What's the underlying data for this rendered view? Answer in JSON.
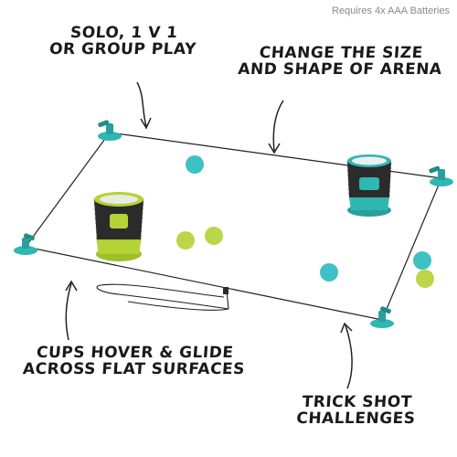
{
  "note": "Requires 4x AAA Batteries",
  "callouts": {
    "solo": {
      "line1": "Solo, 1 v 1",
      "line2": "or Group Play"
    },
    "arena": {
      "line1": "Change the Size",
      "line2": "and Shape of Arena"
    },
    "hover": {
      "line1": "Cups Hover & Glide",
      "line2": "Across Flat Surfaces"
    },
    "trick": {
      "line1": "Trick Shot",
      "line2": "Challenges"
    }
  },
  "colors": {
    "teal": "#2fb7b2",
    "lime": "#b5d334",
    "dark": "#2b2b2b",
    "ball_teal": "#3ec1c4",
    "ball_lime": "#bcd64a"
  },
  "icons": [
    "suction-cup-icon",
    "hover-cup-icon",
    "ball-icon",
    "string-coil-icon"
  ]
}
